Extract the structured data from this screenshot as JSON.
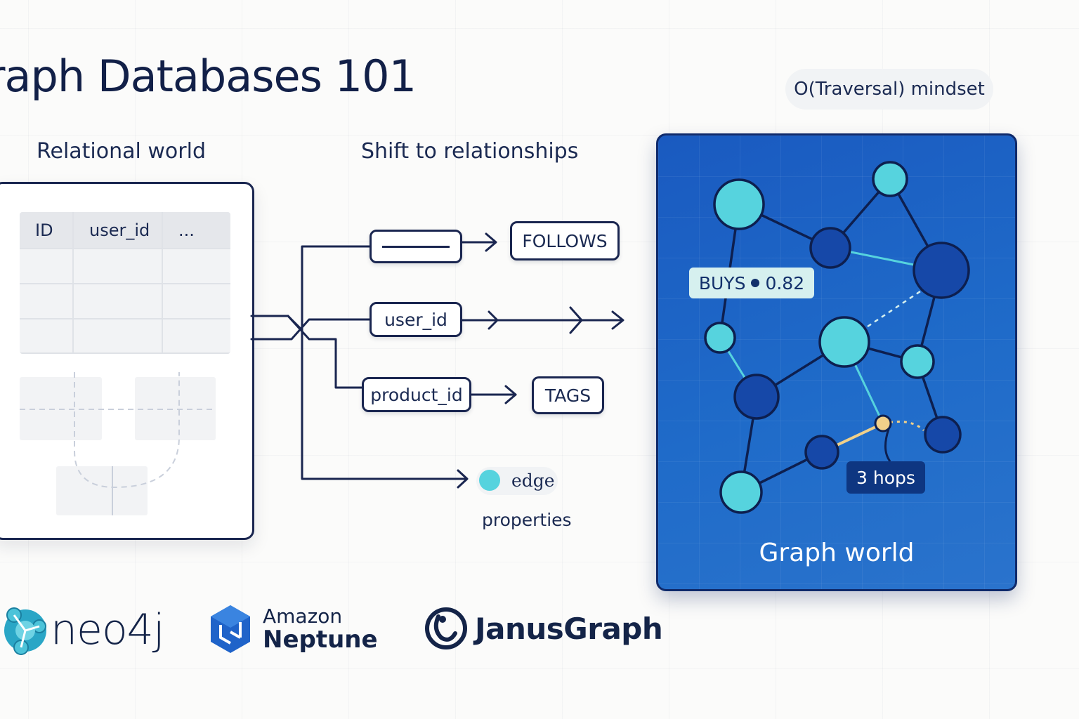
{
  "title": "raph Databases 101",
  "mindset_pill": "O(Traversal) mindset",
  "sections": {
    "relational": "Relational world",
    "shift": "Shift to relationships",
    "graph": "Graph world"
  },
  "table": {
    "headers": [
      "ID",
      "user_id",
      "..."
    ]
  },
  "chips": {
    "blank_field": "",
    "follows": "FOLLOWS",
    "user_id": "user_id",
    "product_id": "product_id",
    "tags": "TAGS"
  },
  "edge_properties": {
    "edge": "edge",
    "properties": "properties"
  },
  "graph": {
    "buys_label": "BUYS",
    "buys_weight": "0.82",
    "hops_label": "3 hops"
  },
  "logos": {
    "neo4j": "neo4j",
    "neptune_small": "Amazon",
    "neptune_big": "Neptune",
    "janusgraph": "JanusGraph"
  },
  "colors": {
    "navy": "#1a2650",
    "panel_blue": "#1f6bc9",
    "node_cyan": "#56d3de",
    "node_dark": "#1648a8",
    "path_yellow": "#f0d08a"
  }
}
